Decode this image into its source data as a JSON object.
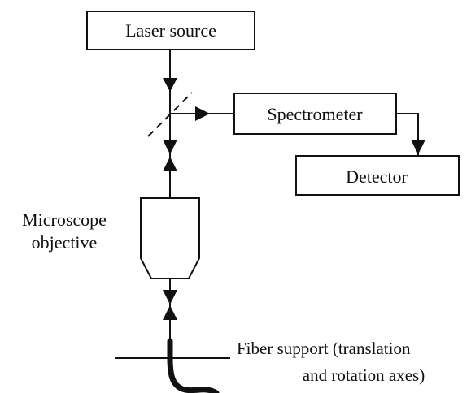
{
  "colors": {
    "line": "#111111",
    "background": "#ffffff"
  },
  "diagram": {
    "laser_source": "Laser source",
    "spectrometer": "Spectrometer",
    "detector": "Detector",
    "objective_line1": "Microscope",
    "objective_line2": "objective",
    "fiber_line1": "Fiber support  (translation",
    "fiber_line2": "and rotation axes)"
  }
}
